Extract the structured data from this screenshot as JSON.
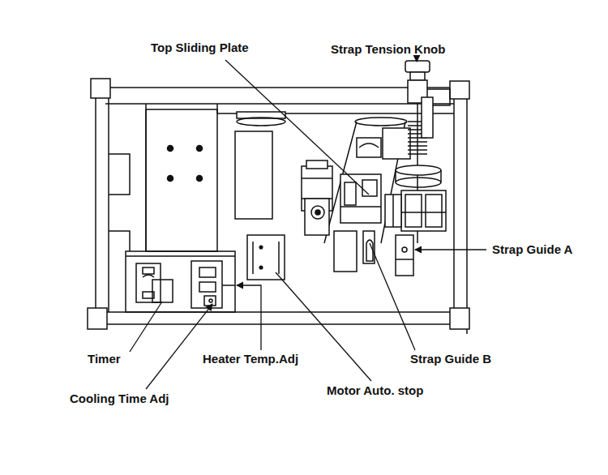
{
  "diagram": {
    "labels": [
      "Top Sliding Plate",
      "Strap Tension Knob",
      "Strap Guide A",
      "Timer",
      "Heater Temp.Adj",
      "Strap Guide B",
      "Cooling Time Adj",
      "Motor Auto. stop"
    ]
  }
}
